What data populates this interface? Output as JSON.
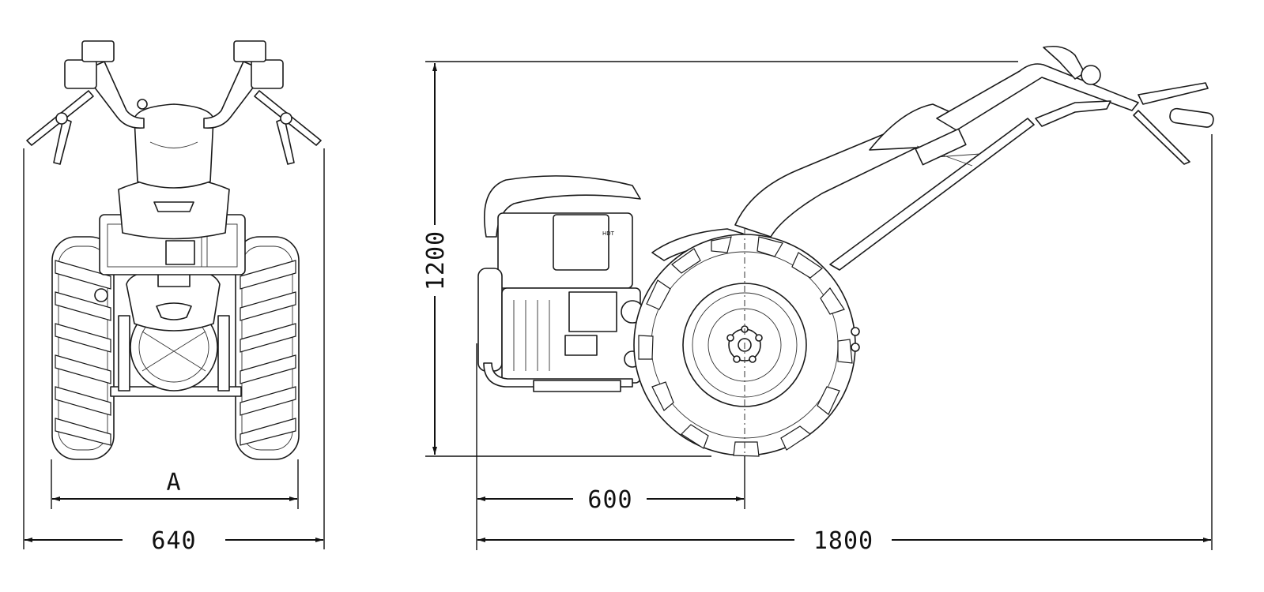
{
  "drawing": {
    "views": {
      "front": {
        "name": "front-view"
      },
      "side": {
        "name": "side-view"
      }
    },
    "dimensions": {
      "front_track_label": "A",
      "front_width_label": "640",
      "side_height_label": "1200",
      "side_wheel_offset_label": "600",
      "side_length_label": "1800"
    },
    "engine_badge": "HDT"
  }
}
